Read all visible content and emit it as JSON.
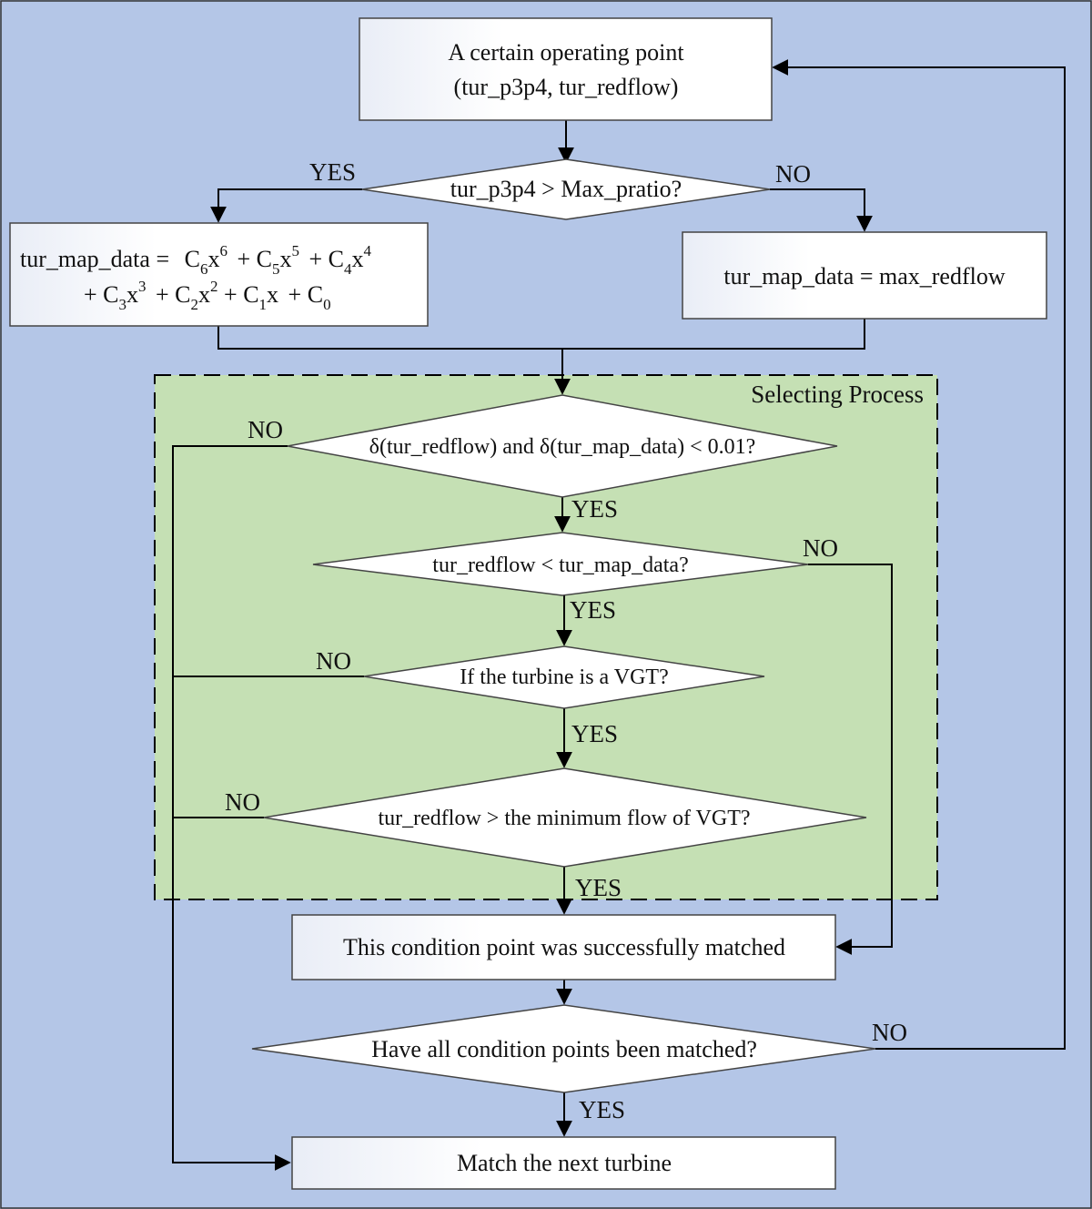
{
  "diagram": {
    "start_box": {
      "line1": "A certain operating point",
      "line2": "(tur_p3p4, tur_redflow)"
    },
    "decision_pratio": "tur_p3p4 > Max_pratio?",
    "poly_box": {
      "lhs": "tur_map_data =",
      "line2_prefix": "+ C",
      "plus": "+ C",
      "plus_end": "+ C",
      "x": "x",
      "x_plain": "x",
      "sub6": "6",
      "sub5": "5",
      "sub4": "4",
      "sub3": "3",
      "sub2": "2",
      "sub1": "1",
      "sub0": "0",
      "sup6": "6",
      "sup5": "5",
      "sup4": "4",
      "sup3": "3",
      "sup2": "2",
      "c": "C"
    },
    "max_box": "tur_map_data = max_redflow",
    "selecting_process_label": "Selecting Process",
    "decision_delta": "δ(tur_redflow) and δ(tur_map_data) < 0.01?",
    "decision_redflow": "tur_redflow <  tur_map_data?",
    "decision_vgt": "If the turbine is a VGT?",
    "decision_minflow": "tur_redflow > the minimum flow of VGT?",
    "matched_box": "This condition point was successfully matched",
    "decision_all": "Have all condition points been matched?",
    "next_box": "Match the next turbine",
    "labels": {
      "yes": "YES",
      "no": "NO"
    }
  }
}
